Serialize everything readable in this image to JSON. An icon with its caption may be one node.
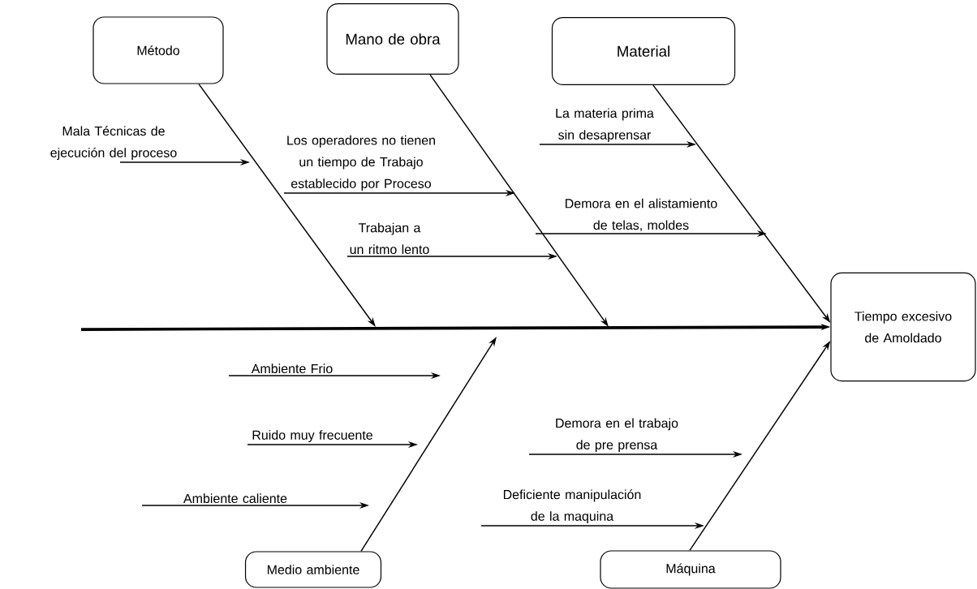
{
  "diagram": {
    "nodes": [
      {
        "text": [
          "Método"
        ]
      },
      {
        "text": [
          "Mano de obra"
        ]
      },
      {
        "text": [
          "Material"
        ]
      },
      {
        "text": [
          "Tiempo excesivo de Amoldado"
        ]
      },
      {
        "text": [
          "Medio ambiente"
        ]
      },
      {
        "text": [
          "Máquina"
        ]
      },
      {
        "text": [
          "Mala Técnicas de ejecución del proceso"
        ]
      },
      {
        "text": [
          "Los operadores no tienen un tiempo de Trabajo establecido por Proceso"
        ]
      },
      {
        "text": [
          "Trabajan a un ritmo lento"
        ]
      },
      {
        "text": [
          "La materia prima sin desaprensar"
        ]
      },
      {
        "text": [
          "Demora en el alistamiento de telas, moldes"
        ]
      },
      {
        "text": [
          "Ambiente Frio"
        ]
      },
      {
        "text": [
          "Ruido muy frecuente"
        ]
      },
      {
        "text": [
          "Ambiente caliente"
        ]
      },
      {
        "text": [
          "Demora en el trabajo de pre prensa"
        ]
      },
      {
        "text": [
          "Deficiente manipulación de la maquina"
        ]
      }
    ],
    "edges": [
      {
        "from": 0,
        "to": null,
        "arrow": "to"
      },
      {
        "from": 1,
        "to": null,
        "arrow": "to"
      },
      {
        "from": 2,
        "to": 3,
        "arrow": "to"
      },
      {
        "from": null,
        "to": 3,
        "arrow": "to",
        "style": "thick"
      },
      {
        "from": 4,
        "to": null,
        "arrow": "to"
      },
      {
        "from": 5,
        "to": 3,
        "arrow": "to"
      },
      {
        "from": 6,
        "to": null,
        "arrow": "to"
      },
      {
        "from": 7,
        "to": null,
        "arrow": "to"
      },
      {
        "from": 8,
        "to": null,
        "arrow": "to"
      },
      {
        "from": 9,
        "to": null,
        "arrow": "to"
      },
      {
        "from": 10,
        "to": null,
        "arrow": "to"
      },
      {
        "from": 11,
        "to": null,
        "arrow": "to"
      },
      {
        "from": 12,
        "to": null,
        "arrow": "to"
      },
      {
        "from": 13,
        "to": null,
        "arrow": "to"
      },
      {
        "from": 14,
        "to": null,
        "arrow": "to"
      },
      {
        "from": 15,
        "to": null,
        "arrow": "to"
      }
    ]
  }
}
